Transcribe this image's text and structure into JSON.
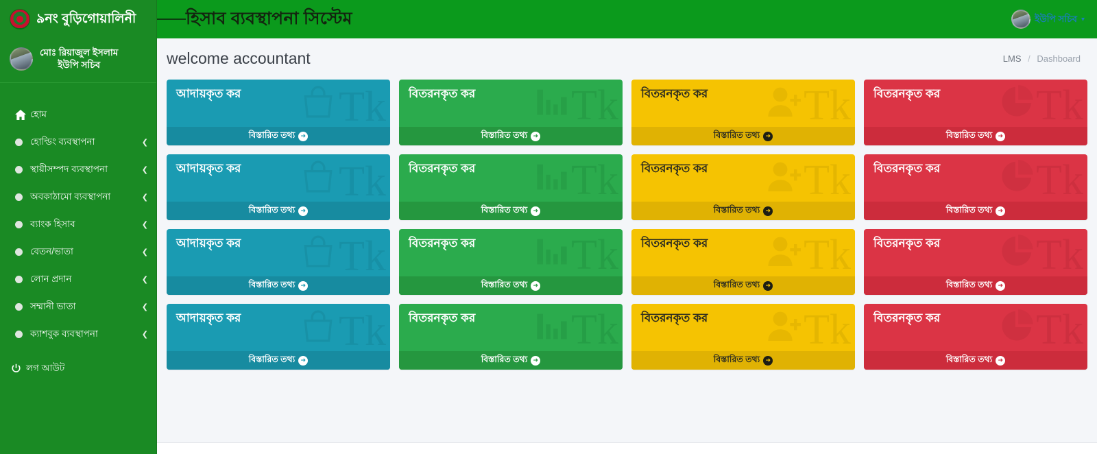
{
  "sidebar": {
    "brand": {
      "logo_icon": "bangladesh-govt-seal-icon",
      "title": "৯নং বুড়িগোয়ালিনী"
    },
    "profile": {
      "avatar_icon": "user-avatar",
      "name": "মোঃ রিয়াজুল ইসলাম",
      "role": "ইউপি সচিব"
    },
    "items": [
      {
        "label": "হোম",
        "icon": "home-icon",
        "caret": ""
      },
      {
        "label": "হোল্ডিং ব্যবস্থাপনা",
        "icon": "bullet-dot-icon",
        "caret": "❮"
      },
      {
        "label": "স্থায়ীসম্পদ ব্যবস্থাপনা",
        "icon": "bullet-dot-icon",
        "caret": "❮"
      },
      {
        "label": "অবকাঠামো ব্যবস্থাপনা",
        "icon": "bullet-dot-icon",
        "caret": "❮"
      },
      {
        "label": "ব্যাংক হিসাব",
        "icon": "bullet-dot-icon",
        "caret": "❮"
      },
      {
        "label": "বেতন/ভাতা",
        "icon": "bullet-dot-icon",
        "caret": "❮"
      },
      {
        "label": "লোন প্রদান",
        "icon": "bullet-dot-icon",
        "caret": "❮"
      },
      {
        "label": "সম্মানী ভাতা",
        "icon": "bullet-dot-icon",
        "caret": "❮"
      },
      {
        "label": "ক্যাশবুক ব্যবস্থাপনা",
        "icon": "bullet-dot-icon",
        "caret": "❮"
      }
    ],
    "logout": {
      "label": "লগ আউট",
      "icon": "power-off-icon"
    }
  },
  "header": {
    "menu_toggle_icon": "hamburger-icon",
    "title": "হিসাব ব্যবস্থাপনা সিস্টেম",
    "user": {
      "avatar_icon": "user-avatar",
      "name": "ইউপি সচিব",
      "caret": "▾"
    }
  },
  "main": {
    "page_title": "welcome accountant",
    "breadcrumb": {
      "root": "LMS",
      "separator": "/",
      "current": "Dashboard"
    },
    "cards": [
      {
        "title": "আদায়কৃত কর",
        "link": "বিস্তারিত তথ্য",
        "arrow": "➜",
        "variant": "teal",
        "icon": "shopping-bag-icon",
        "watermark": "Tk"
      },
      {
        "title": "বিতরনকৃত কর",
        "link": "বিস্তারিত তথ্য",
        "arrow": "➜",
        "variant": "green",
        "icon": "bar-chart-icon",
        "watermark": "Tk"
      },
      {
        "title": "বিতরনকৃত কর",
        "link": "বিস্তারিত তথ্য",
        "arrow": "➜",
        "variant": "yellow",
        "icon": "user-plus-icon",
        "watermark": "Tk"
      },
      {
        "title": "বিতরনকৃত কর",
        "link": "বিস্তারিত তথ্য",
        "arrow": "➜",
        "variant": "red",
        "icon": "pie-chart-icon",
        "watermark": "Tk"
      },
      {
        "title": "আদায়কৃত কর",
        "link": "বিস্তারিত তথ্য",
        "arrow": "➜",
        "variant": "teal",
        "icon": "shopping-bag-icon",
        "watermark": "Tk"
      },
      {
        "title": "বিতরনকৃত কর",
        "link": "বিস্তারিত তথ্য",
        "arrow": "➜",
        "variant": "green",
        "icon": "bar-chart-icon",
        "watermark": "Tk"
      },
      {
        "title": "বিতরনকৃত কর",
        "link": "বিস্তারিত তথ্য",
        "arrow": "➜",
        "variant": "yellow",
        "icon": "user-plus-icon",
        "watermark": "Tk"
      },
      {
        "title": "বিতরনকৃত কর",
        "link": "বিস্তারিত তথ্য",
        "arrow": "➜",
        "variant": "red",
        "icon": "pie-chart-icon",
        "watermark": "Tk"
      },
      {
        "title": "আদায়কৃত কর",
        "link": "বিস্তারিত তথ্য",
        "arrow": "➜",
        "variant": "teal",
        "icon": "shopping-bag-icon",
        "watermark": "Tk"
      },
      {
        "title": "বিতরনকৃত কর",
        "link": "বিস্তারিত তথ্য",
        "arrow": "➜",
        "variant": "green",
        "icon": "bar-chart-icon",
        "watermark": "Tk"
      },
      {
        "title": "বিতরনকৃত কর",
        "link": "বিস্তারিত তথ্য",
        "arrow": "➜",
        "variant": "yellow",
        "icon": "user-plus-icon",
        "watermark": "Tk"
      },
      {
        "title": "বিতরনকৃত কর",
        "link": "বিস্তারিত তথ্য",
        "arrow": "➜",
        "variant": "red",
        "icon": "pie-chart-icon",
        "watermark": "Tk"
      },
      {
        "title": "আদায়কৃত কর",
        "link": "বিস্তারিত তথ্য",
        "arrow": "➜",
        "variant": "teal",
        "icon": "shopping-bag-icon",
        "watermark": "Tk"
      },
      {
        "title": "বিতরনকৃত কর",
        "link": "বিস্তারিত তথ্য",
        "arrow": "➜",
        "variant": "green",
        "icon": "bar-chart-icon",
        "watermark": "Tk"
      },
      {
        "title": "বিতরনকৃত কর",
        "link": "বিস্তারিত তথ্য",
        "arrow": "➜",
        "variant": "yellow",
        "icon": "user-plus-icon",
        "watermark": "Tk"
      },
      {
        "title": "বিতরনকৃত কর",
        "link": "বিস্তারিত তথ্য",
        "arrow": "➜",
        "variant": "red",
        "icon": "pie-chart-icon",
        "watermark": "Tk"
      }
    ]
  },
  "colors": {
    "sidebar": "#1a8a24",
    "header": "#0b9a1c",
    "content_bg": "#f4f6f9",
    "teal": "#1a9bb2",
    "green": "#2bab4d",
    "yellow": "#f5c302",
    "red": "#db3445"
  }
}
